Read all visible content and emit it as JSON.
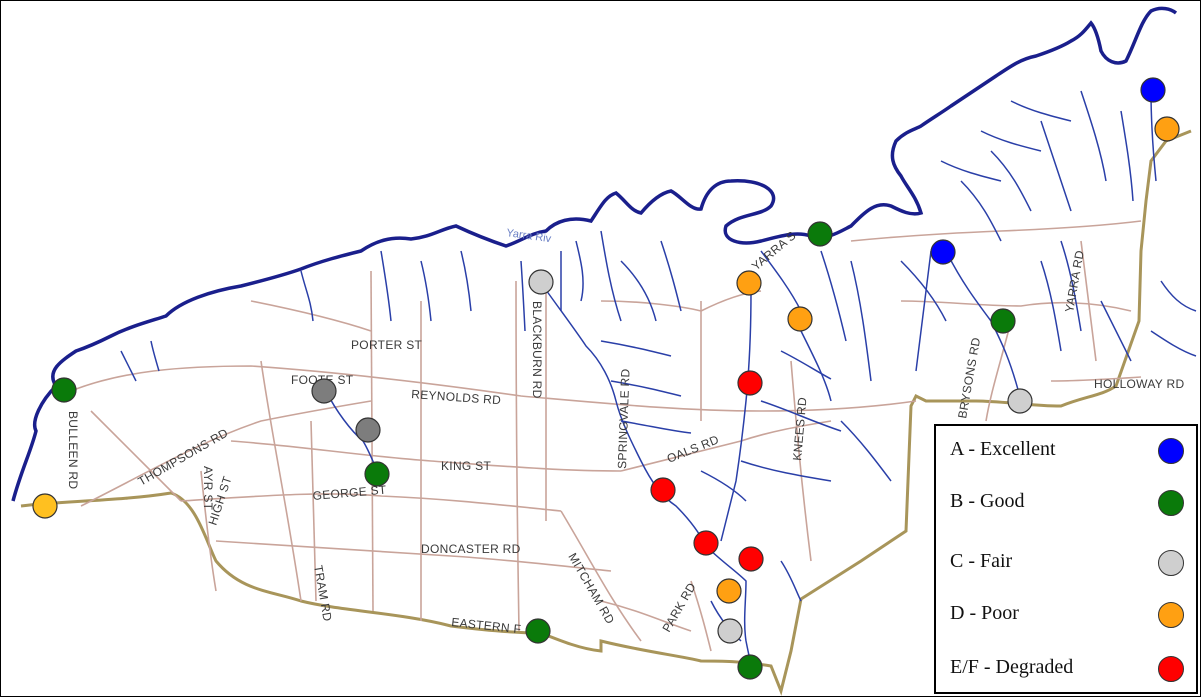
{
  "roads": [
    {
      "label": "PORTER ST"
    },
    {
      "label": "FOOTE ST"
    },
    {
      "label": "REYNOLDS RD"
    },
    {
      "label": "BLACKBURN RD"
    },
    {
      "label": "THOMPSONS RD"
    },
    {
      "label": "BULLEEN RD"
    },
    {
      "label": "AYR ST"
    },
    {
      "label": "HIGH ST"
    },
    {
      "label": "KING ST"
    },
    {
      "label": "GEORGE ST"
    },
    {
      "label": "TRAM RD"
    },
    {
      "label": "DONCASTER RD"
    },
    {
      "label": "MITCHAM RD"
    },
    {
      "label": "SPRINGVALE RD"
    },
    {
      "label": "EASTERN F"
    },
    {
      "label": "PARK RD"
    },
    {
      "label": "OALS RD"
    },
    {
      "label": "KNEES RD"
    },
    {
      "label": "YARRA S"
    },
    {
      "label": "BRYSONS RD"
    },
    {
      "label": "YARRA RD"
    },
    {
      "label": "HOLLOWAY RD"
    }
  ],
  "river_label": "Yarra Riv",
  "legend": {
    "items": [
      {
        "label": "A - Excellent",
        "color": "#0000ff"
      },
      {
        "label": "B - Good",
        "color": "#0a7a0a"
      },
      {
        "label": "C - Fair",
        "color": "#cfcfcf"
      },
      {
        "label": "D - Poor",
        "color": "#ffa012"
      },
      {
        "label": "E/F - Degraded",
        "color": "#ff0000"
      }
    ]
  },
  "site_colors": {
    "excellent": "#0000ff",
    "good": "#0a7a0a",
    "fair": "#cfcfcf",
    "fair_dark": "#7d7d7d",
    "poor": "#ffa012",
    "poor_yellow": "#ffc020",
    "degraded": "#ff0000"
  },
  "colors": {
    "river": "#1a1f8c",
    "creek": "#2a3fa8",
    "road": "#c9a49a",
    "boundary": "#a8955a"
  }
}
